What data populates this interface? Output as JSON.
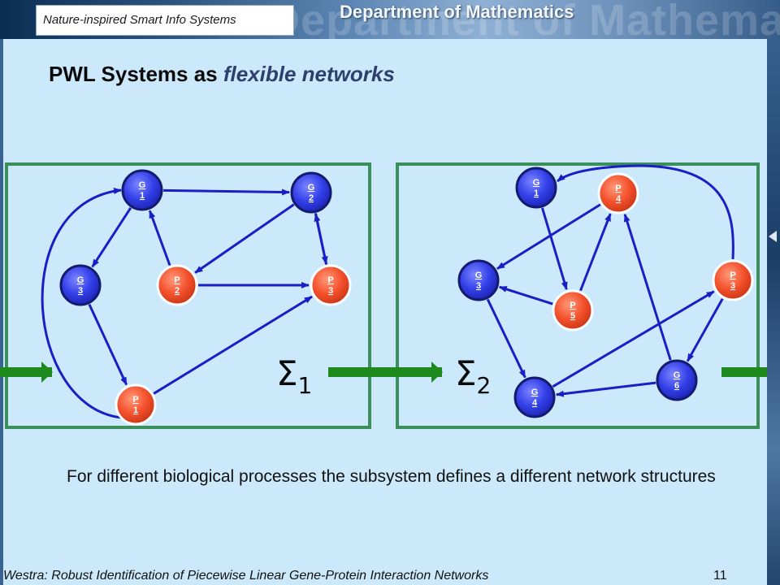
{
  "header": {
    "series_label": "Nature-inspired Smart Info Systems",
    "department": "Department of Mathematics"
  },
  "title": {
    "lead": "PWL Systems as ",
    "emph": "flexible networks"
  },
  "colors": {
    "gene": "#2b35e0",
    "protein": "#f0492a",
    "edge": "#1a1ec4",
    "box": "#3a8f5a",
    "flow": "#1e8a1e"
  },
  "networks": [
    {
      "symbol": "Σ",
      "subscript": "1",
      "nodes": [
        {
          "id": "G1",
          "letter": "G",
          "num": "1",
          "kind": "gene"
        },
        {
          "id": "G2",
          "letter": "G",
          "num": "2",
          "kind": "gene"
        },
        {
          "id": "G3",
          "letter": "G",
          "num": "3",
          "kind": "gene"
        },
        {
          "id": "P2",
          "letter": "P",
          "num": "2",
          "kind": "protein"
        },
        {
          "id": "P3",
          "letter": "P",
          "num": "3",
          "kind": "protein"
        },
        {
          "id": "P1",
          "letter": "P",
          "num": "1",
          "kind": "protein"
        }
      ],
      "edges": [
        {
          "from": "G1",
          "to": "G2"
        },
        {
          "from": "G1",
          "to": "G3"
        },
        {
          "from": "P2",
          "to": "G1"
        },
        {
          "from": "G2",
          "to": "P2"
        },
        {
          "from": "G2",
          "to": "P3"
        },
        {
          "from": "P3",
          "to": "G2"
        },
        {
          "from": "P2",
          "to": "P3"
        },
        {
          "from": "G3",
          "to": "P1"
        },
        {
          "from": "P1",
          "to": "P3"
        },
        {
          "from": "P1",
          "to": "G1",
          "curve": "loop-left"
        }
      ]
    },
    {
      "symbol": "Σ",
      "subscript": "2",
      "nodes": [
        {
          "id": "G1",
          "letter": "G",
          "num": "1",
          "kind": "gene"
        },
        {
          "id": "P4",
          "letter": "P",
          "num": "4",
          "kind": "protein"
        },
        {
          "id": "G3",
          "letter": "G",
          "num": "3",
          "kind": "gene"
        },
        {
          "id": "P5",
          "letter": "P",
          "num": "5",
          "kind": "protein"
        },
        {
          "id": "P3",
          "letter": "P",
          "num": "3",
          "kind": "protein"
        },
        {
          "id": "G4",
          "letter": "G",
          "num": "4",
          "kind": "gene"
        },
        {
          "id": "G6",
          "letter": "G",
          "num": "6",
          "kind": "gene"
        }
      ],
      "edges": [
        {
          "from": "G1",
          "to": "P5"
        },
        {
          "from": "P5",
          "to": "P4"
        },
        {
          "from": "P4",
          "to": "G3"
        },
        {
          "from": "P5",
          "to": "G3"
        },
        {
          "from": "G3",
          "to": "G4"
        },
        {
          "from": "G4",
          "to": "P3"
        },
        {
          "from": "P3",
          "to": "G6"
        },
        {
          "from": "G6",
          "to": "G4"
        },
        {
          "from": "G6",
          "to": "P4"
        },
        {
          "from": "P3",
          "to": "G1",
          "curve": "loop-top"
        }
      ]
    }
  ],
  "caption": "For different biological processes the subsystem defines a different network structures",
  "footer": {
    "citation_author": "Westra",
    "citation_rest": ": Robust Identification of Piecewise Linear Gene-Protein Interaction Networks",
    "page": "11"
  }
}
